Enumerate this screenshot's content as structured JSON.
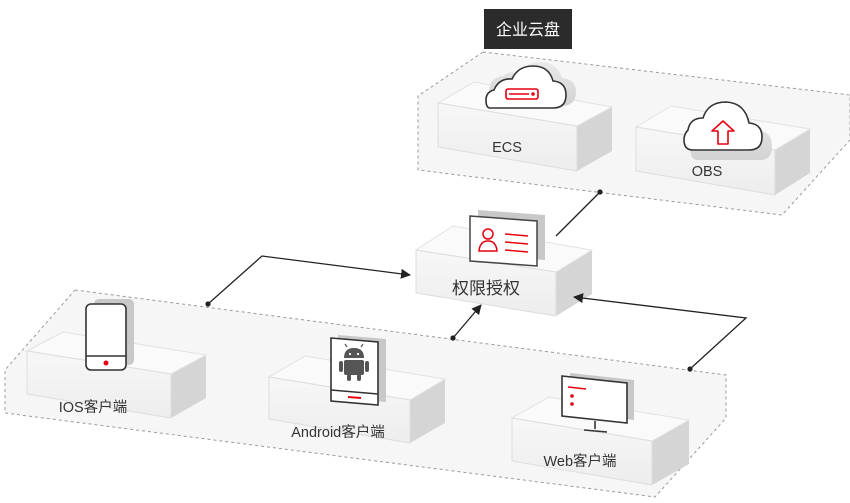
{
  "group_top": {
    "title": "企业云盘"
  },
  "nodes": {
    "ecs": {
      "label": "ECS",
      "icon": "server-cloud-icon"
    },
    "obs": {
      "label": "OBS",
      "icon": "upload-cloud-icon"
    },
    "auth": {
      "label": "权限授权",
      "icon": "id-card-icon"
    },
    "ios": {
      "label": "IOS客户端",
      "icon": "phone-icon"
    },
    "android": {
      "label": "Android客户端",
      "icon": "android-icon"
    },
    "web": {
      "label": "Web客户端",
      "icon": "monitor-icon"
    }
  },
  "colors": {
    "accent": "#e60012",
    "box_face": "#f4f4f4",
    "box_side": "#d5d5d5",
    "group_fill": "#f6f6f6",
    "group_border": "#9a9a9a",
    "arrow": "#222222",
    "badge": "#2b2b2b"
  }
}
